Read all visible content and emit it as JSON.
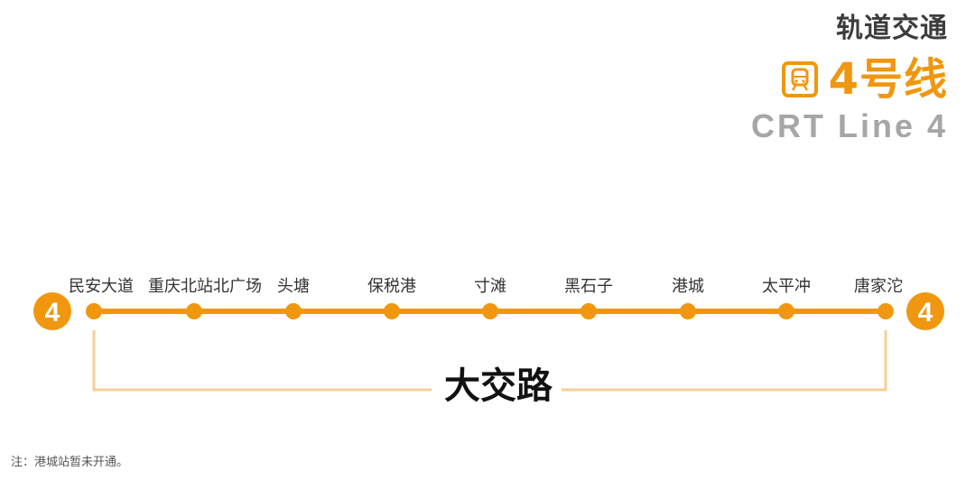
{
  "header": {
    "category": "轨道交通",
    "line_name": "4号线",
    "line_en": "CRT Line 4",
    "accent_color": "#f0970f",
    "icon": "train-icon"
  },
  "line_badge": {
    "number": "4"
  },
  "stations": [
    {
      "name": "民安大道"
    },
    {
      "name": "重庆北站北广场"
    },
    {
      "name": "头塘"
    },
    {
      "name": "保税港"
    },
    {
      "name": "寸滩"
    },
    {
      "name": "黑石子"
    },
    {
      "name": "港城"
    },
    {
      "name": "太平冲"
    },
    {
      "name": "唐家沱"
    }
  ],
  "route": {
    "label": "大交路"
  },
  "note": "注：港城站暂未开通。"
}
